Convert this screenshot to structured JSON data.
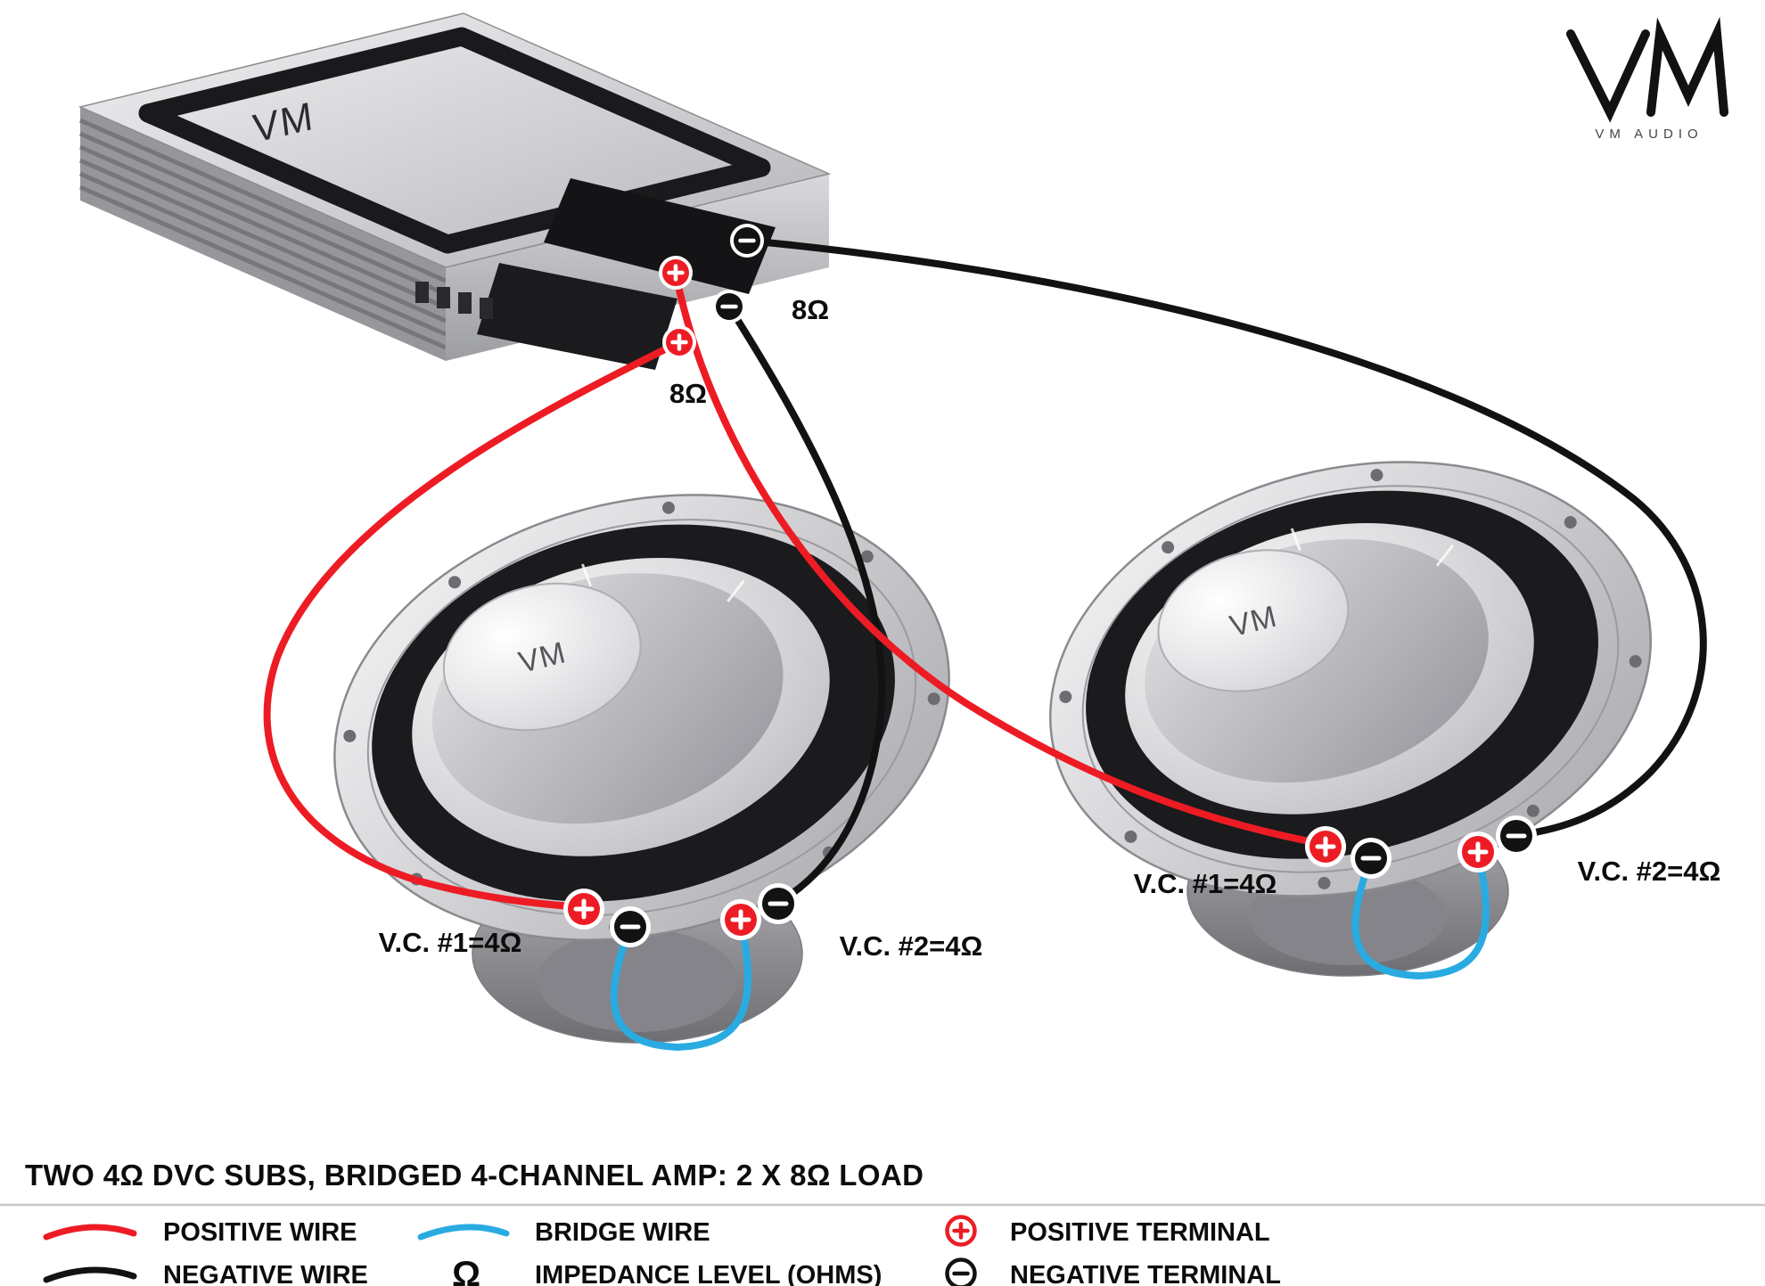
{
  "title": "TWO 4Ω DVC SUBS, BRIDGED 4-CHANNEL AMP: 2 X 8Ω LOAD",
  "logo": {
    "mark": "VM",
    "subtext": "VM AUDIO"
  },
  "amp": {
    "logo": "VM",
    "impedance_top": "8Ω",
    "impedance_bottom": "8Ω"
  },
  "speakers": {
    "left": {
      "logo": "VM",
      "vc1_label": "V.C. #1=4Ω",
      "vc2_label": "V.C. #2=4Ω"
    },
    "right": {
      "logo": "VM",
      "vc1_label": "V.C. #1=4Ω",
      "vc2_label": "V.C. #2=4Ω"
    }
  },
  "legend": {
    "positive_wire": "POSITIVE WIRE",
    "negative_wire": "NEGATIVE WIRE",
    "bridge_wire": "BRIDGE WIRE",
    "impedance_symbol": "Ω",
    "impedance_label": "IMPEDANCE LEVEL (OHMS)",
    "positive_terminal": "POSITIVE TERMINAL",
    "negative_terminal": "NEGATIVE TERMINAL"
  },
  "colors": {
    "positive_wire": "#ed1c24",
    "negative_wire": "#121212",
    "bridge_wire": "#29abe2"
  },
  "icons": {
    "positive_terminal": "plus-in-circle",
    "negative_terminal": "minus-in-circle"
  }
}
